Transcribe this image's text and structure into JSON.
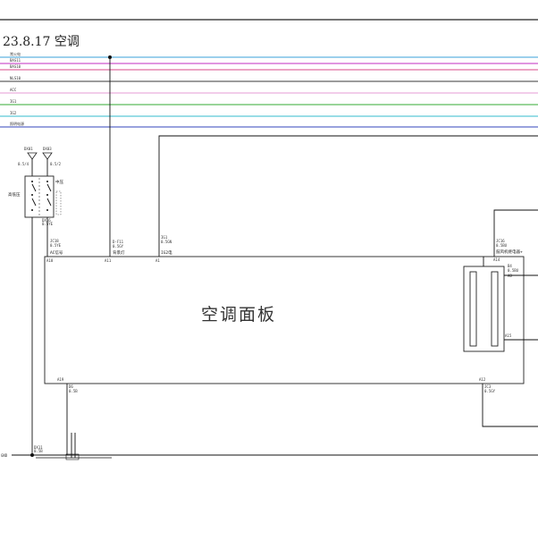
{
  "title": "23.8.17 空调",
  "rails": [
    {
      "label": "常火电",
      "color": "#3aa0d8"
    },
    {
      "label": "BAS11",
      "color": "#c02ec0"
    },
    {
      "label": "BAS10",
      "color": "#d94a8a"
    },
    {
      "label": "NLS10",
      "color": "#3a3a3a"
    },
    {
      "label": "ACC",
      "color": "#e69bd6"
    },
    {
      "label": "IG1",
      "color": "#33aa33"
    },
    {
      "label": "IG2",
      "color": "#33bbcc"
    },
    {
      "label": "照明电源",
      "color": "#3344bb"
    }
  ],
  "switch": {
    "name": "高低压",
    "mid_label": "中压",
    "top_left_label": "DX01",
    "top_left_wire": "0.5/4",
    "top_right_label": "DX03",
    "top_right_wire": "0.5/2",
    "bottom_label": "DX16",
    "bottom_wire": "0.5YE"
  },
  "panel": {
    "name": "空调面板",
    "pins": [
      {
        "id": "A18",
        "label": "AC信号",
        "ref": "JC18",
        "wire": "0.5YE"
      },
      {
        "id": "A11",
        "label": "背景灯",
        "ref": "D-F11",
        "wire": "0.5GY"
      },
      {
        "id": "A1",
        "label": "IG2电",
        "ref": "IG1",
        "wire": "0.5GN"
      },
      {
        "id": "A14",
        "label": "鼓风机继电器+",
        "ref": "JC16",
        "wire": "0.5BU"
      },
      {
        "id": "A8",
        "label": "",
        "ref": "B4",
        "wire": "0.5BU"
      },
      {
        "id": "A15",
        "label": "",
        "ref": "",
        "wire": ""
      },
      {
        "id": "A19",
        "label": "",
        "ref": "D6",
        "wire": "0.5B"
      },
      {
        "id": "A12",
        "label": "",
        "ref": "JC3",
        "wire": "0.5GY"
      }
    ]
  },
  "ground": {
    "label": "GND",
    "ref": "DX11",
    "wire": "0.5B"
  }
}
